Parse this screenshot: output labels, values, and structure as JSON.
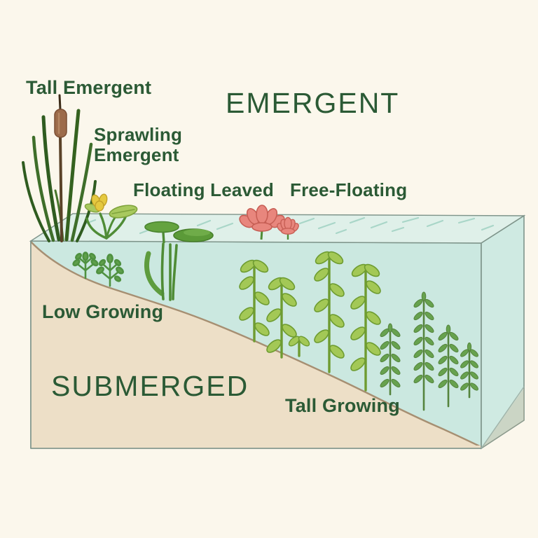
{
  "diagram": {
    "type": "aquatic-plant-zones-cross-section",
    "zone_titles": {
      "above_water": "EMERGENT",
      "below_water": "SUBMERGED"
    },
    "plant_labels": {
      "tall_emergent": "Tall Emergent",
      "sprawling_emergent": "Sprawling Emergent",
      "floating_leaved": "Floating Leaved",
      "free_floating": "Free-Floating",
      "low_growing": "Low Growing",
      "tall_growing": "Tall Growing"
    },
    "illustrations": [
      "cattail-tall-emergent",
      "sprawling-emergent-tuft-with-yellow-flower",
      "floating-leaved-lily-pads-with-stems",
      "free-floating-pink-lotus-flowers",
      "low-growing-sprigs",
      "tall-growing-broadleaf-plants",
      "tall-growing-narrowleaf-plants"
    ],
    "colors": {
      "background": "#FBF7EC",
      "text_green": "#2B5A35",
      "water_surface": "#DFF0E9",
      "water_front": "#CBE8E0",
      "water_side": "#CFEAE2",
      "ripple": "#A9D6C8",
      "sediment": "#EDDFC7",
      "sediment_edge": "#A68F72",
      "cattail_brown": "#9C6B4A",
      "dark_leaf_green": "#2F5C20",
      "light_plant_green": "#A3C856",
      "medium_plant_green": "#67A24E",
      "lily_pad_green": "#64A33F",
      "lotus_pink": "#E8867D",
      "flower_yellow": "#E5C93F"
    }
  }
}
